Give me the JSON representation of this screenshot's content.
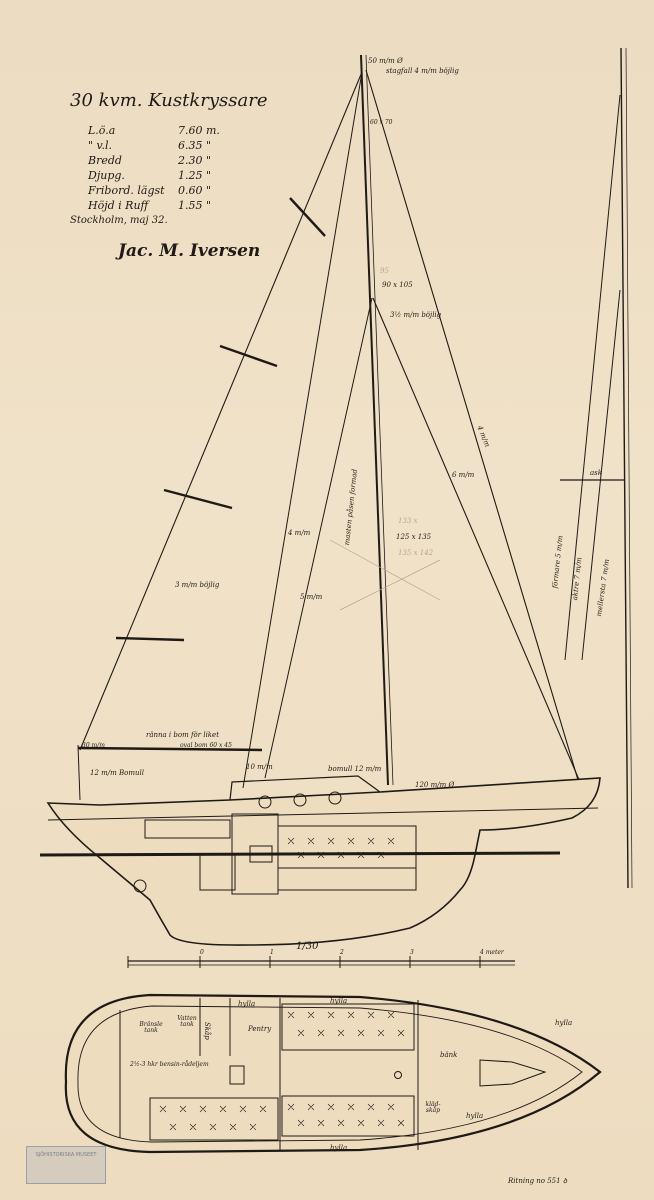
{
  "title": "30 kvm. Kustkryssare",
  "specs": [
    {
      "label": "L.ö.a",
      "value": "7.60 m."
    },
    {
      "label": "\" v.l.",
      "value": "6.35 \""
    },
    {
      "label": "Bredd",
      "value": "2.30 \""
    },
    {
      "label": "Djupg.",
      "value": "1.25 \""
    },
    {
      "label": "Fribord. lägst",
      "value": "0.60 \""
    },
    {
      "label": "Höjd i Ruff",
      "value": "1.55 \""
    }
  ],
  "place_date": "Stockholm, maj 32.",
  "signature": "Jac. M. Iversen",
  "annotations": {
    "forestay": "stagfall 4 m/m böjlig",
    "top_size": "50 m/m Ø",
    "mast_size_top": "60 x 70",
    "mast_size_mid": "90 x 105",
    "hounds": "3½ m/m böjlig",
    "mast_text": "masten påsen formad",
    "mast_size_low": "125 x 135",
    "mast_foot": "120 m/m Ø",
    "main_sheet": "3 m/m böjlig",
    "leech_4": "4 m/m",
    "leech_5": "5 m/m",
    "jib_stay": "4 m/m",
    "backstay": "6 m/m",
    "boom_text": "ränna i bom för liket",
    "boom_size": "oval bom 60 x 45",
    "boom_left": "30 m/m",
    "bomull_left": "12 m/m Bomull",
    "bomull_right": "bomull 12 m/m",
    "cockpit": "10 m/m",
    "spreader": "ask",
    "forward": "förmare 5 m/m",
    "aft": "aktre 7 m/m",
    "middle": "mellersta 7 m/m",
    "pencil_1": "95",
    "pencil_2": "133 x",
    "pencil_3": "135 x 142"
  },
  "scale": {
    "label": "1/30",
    "ticks": [
      "0",
      "1",
      "2",
      "3",
      "4 meter"
    ]
  },
  "plan_labels": {
    "hylla_1": "hylla",
    "hylla_2": "hylla",
    "hylla_3": "hylla",
    "hylla_4": "hylla",
    "hylla_5": "hylla",
    "skap": "Skåp",
    "pentry": "Pentry",
    "bransle": "Bränsle tank",
    "vatten": "Vatten tank",
    "motor": "2½-3 hkr bensin-rådeljem",
    "bank": "bänk",
    "klad": "kläd- skåp"
  },
  "drawing_no": "Ritning no 551 ꝺ",
  "stamp_text": "SJÖHISTORISKA MUSEET",
  "colors": {
    "ink": "#1f1a16",
    "paper": "#efe2cc",
    "pencil": "#b8a590"
  }
}
